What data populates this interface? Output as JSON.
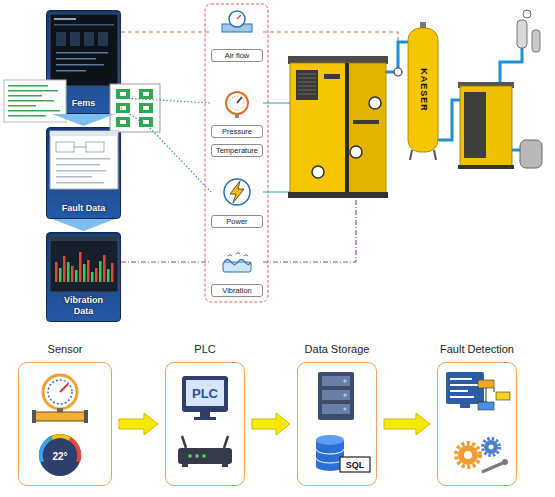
{
  "diagram": {
    "nodes": [
      {
        "text": [
          "Fems"
        ]
      },
      {
        "text": [
          "Fault Data"
        ]
      },
      {
        "text": [
          "Vibration Data"
        ]
      },
      {
        "text": [
          "Air flow"
        ]
      },
      {
        "text": [
          "Pressure"
        ]
      },
      {
        "text": [
          "Temperature"
        ]
      },
      {
        "text": [
          "Power"
        ]
      },
      {
        "text": [
          "Vibration"
        ]
      },
      {
        "text": [
          "Sensor"
        ]
      },
      {
        "text": [
          "PLC"
        ]
      },
      {
        "text": [
          "Data Storage"
        ]
      },
      {
        "text": [
          "Fault Detection"
        ]
      }
    ],
    "edges": [
      {
        "from": 0,
        "to": 1,
        "arrow": "to"
      },
      {
        "from": 1,
        "to": 2,
        "arrow": "to"
      },
      {
        "from": 0,
        "to": 3,
        "arrow": "none"
      },
      {
        "from": 0,
        "to": 4,
        "arrow": "none"
      },
      {
        "from": 0,
        "to": 6,
        "arrow": "none"
      },
      {
        "from": 2,
        "to": 7,
        "arrow": "none"
      },
      {
        "from": 8,
        "to": 9,
        "arrow": "to"
      },
      {
        "from": 9,
        "to": 10,
        "arrow": "to"
      },
      {
        "from": 10,
        "to": 11,
        "arrow": "to"
      }
    ],
    "labels": [
      "KAESER",
      "22°",
      "PLC",
      "SQL"
    ]
  }
}
